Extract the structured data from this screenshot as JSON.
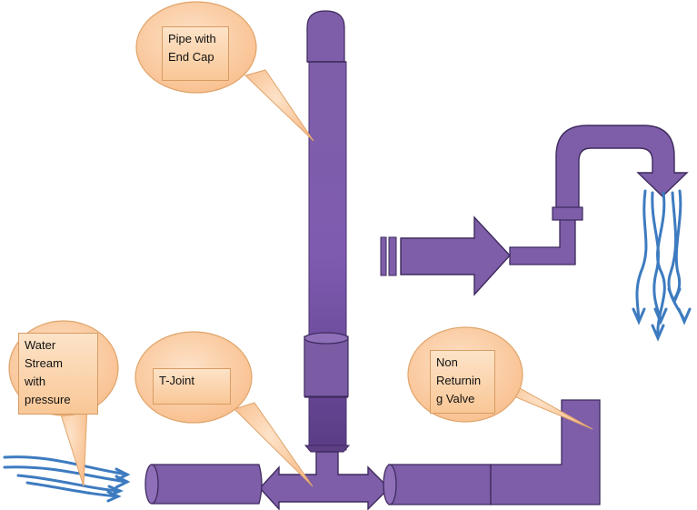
{
  "labels": {
    "pipe_end_cap": "Pipe with\nEnd Cap",
    "water_stream": "Water\nStream\nwith\npressure",
    "t_joint": "T-Joint",
    "non_returning_valve": "Non\nReturnin\ng Valve"
  },
  "colors": {
    "pipe_fill": "#7e5ea8",
    "pipe_dark": "#5d3f86",
    "pipe_stroke": "#3e2a5e",
    "callout_fill": "#fbc99a",
    "callout_stroke": "#e0a46a",
    "water": "#3d7bc0"
  }
}
